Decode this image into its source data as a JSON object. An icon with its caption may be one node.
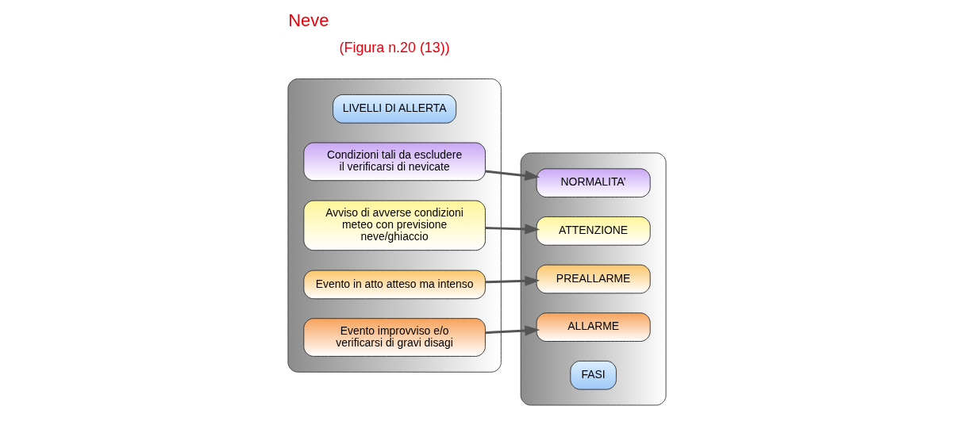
{
  "diagram": {
    "title": "Neve",
    "caption": "(Figura n.20 (13))",
    "nodes": [
      {
        "text": [],
        "shape": "box"
      },
      {
        "text": [
          "LIVELLI DI ALLERTA"
        ],
        "in": 0
      },
      {
        "text": [
          "Condizioni tali da escludere il verificarsi di nevicate"
        ],
        "in": 0
      },
      {
        "text": [
          "Avviso di avverse condizioni meteo con previsione neve/ghiaccio"
        ],
        "in": 0
      },
      {
        "text": [
          "Evento in atto atteso ma intenso"
        ],
        "in": 0
      },
      {
        "text": [
          "Evento improvviso e/o verificarsi di gravi disagi"
        ],
        "in": 0
      },
      {
        "text": [],
        "shape": "box"
      },
      {
        "text": [
          "NORMALITA’"
        ],
        "in": 6
      },
      {
        "text": [
          "ATTENZIONE"
        ],
        "in": 6
      },
      {
        "text": [
          "PREALLARME"
        ],
        "in": 6
      },
      {
        "text": [
          "ALLARME"
        ],
        "in": 6
      },
      {
        "text": [
          "FASI"
        ],
        "in": 6
      }
    ],
    "edges": [
      {
        "from": 2,
        "to": 7,
        "arrow": "to"
      },
      {
        "from": 3,
        "to": 8,
        "arrow": "to"
      },
      {
        "from": 4,
        "to": 9,
        "arrow": "to"
      },
      {
        "from": 5,
        "to": 10,
        "arrow": "to"
      }
    ]
  }
}
